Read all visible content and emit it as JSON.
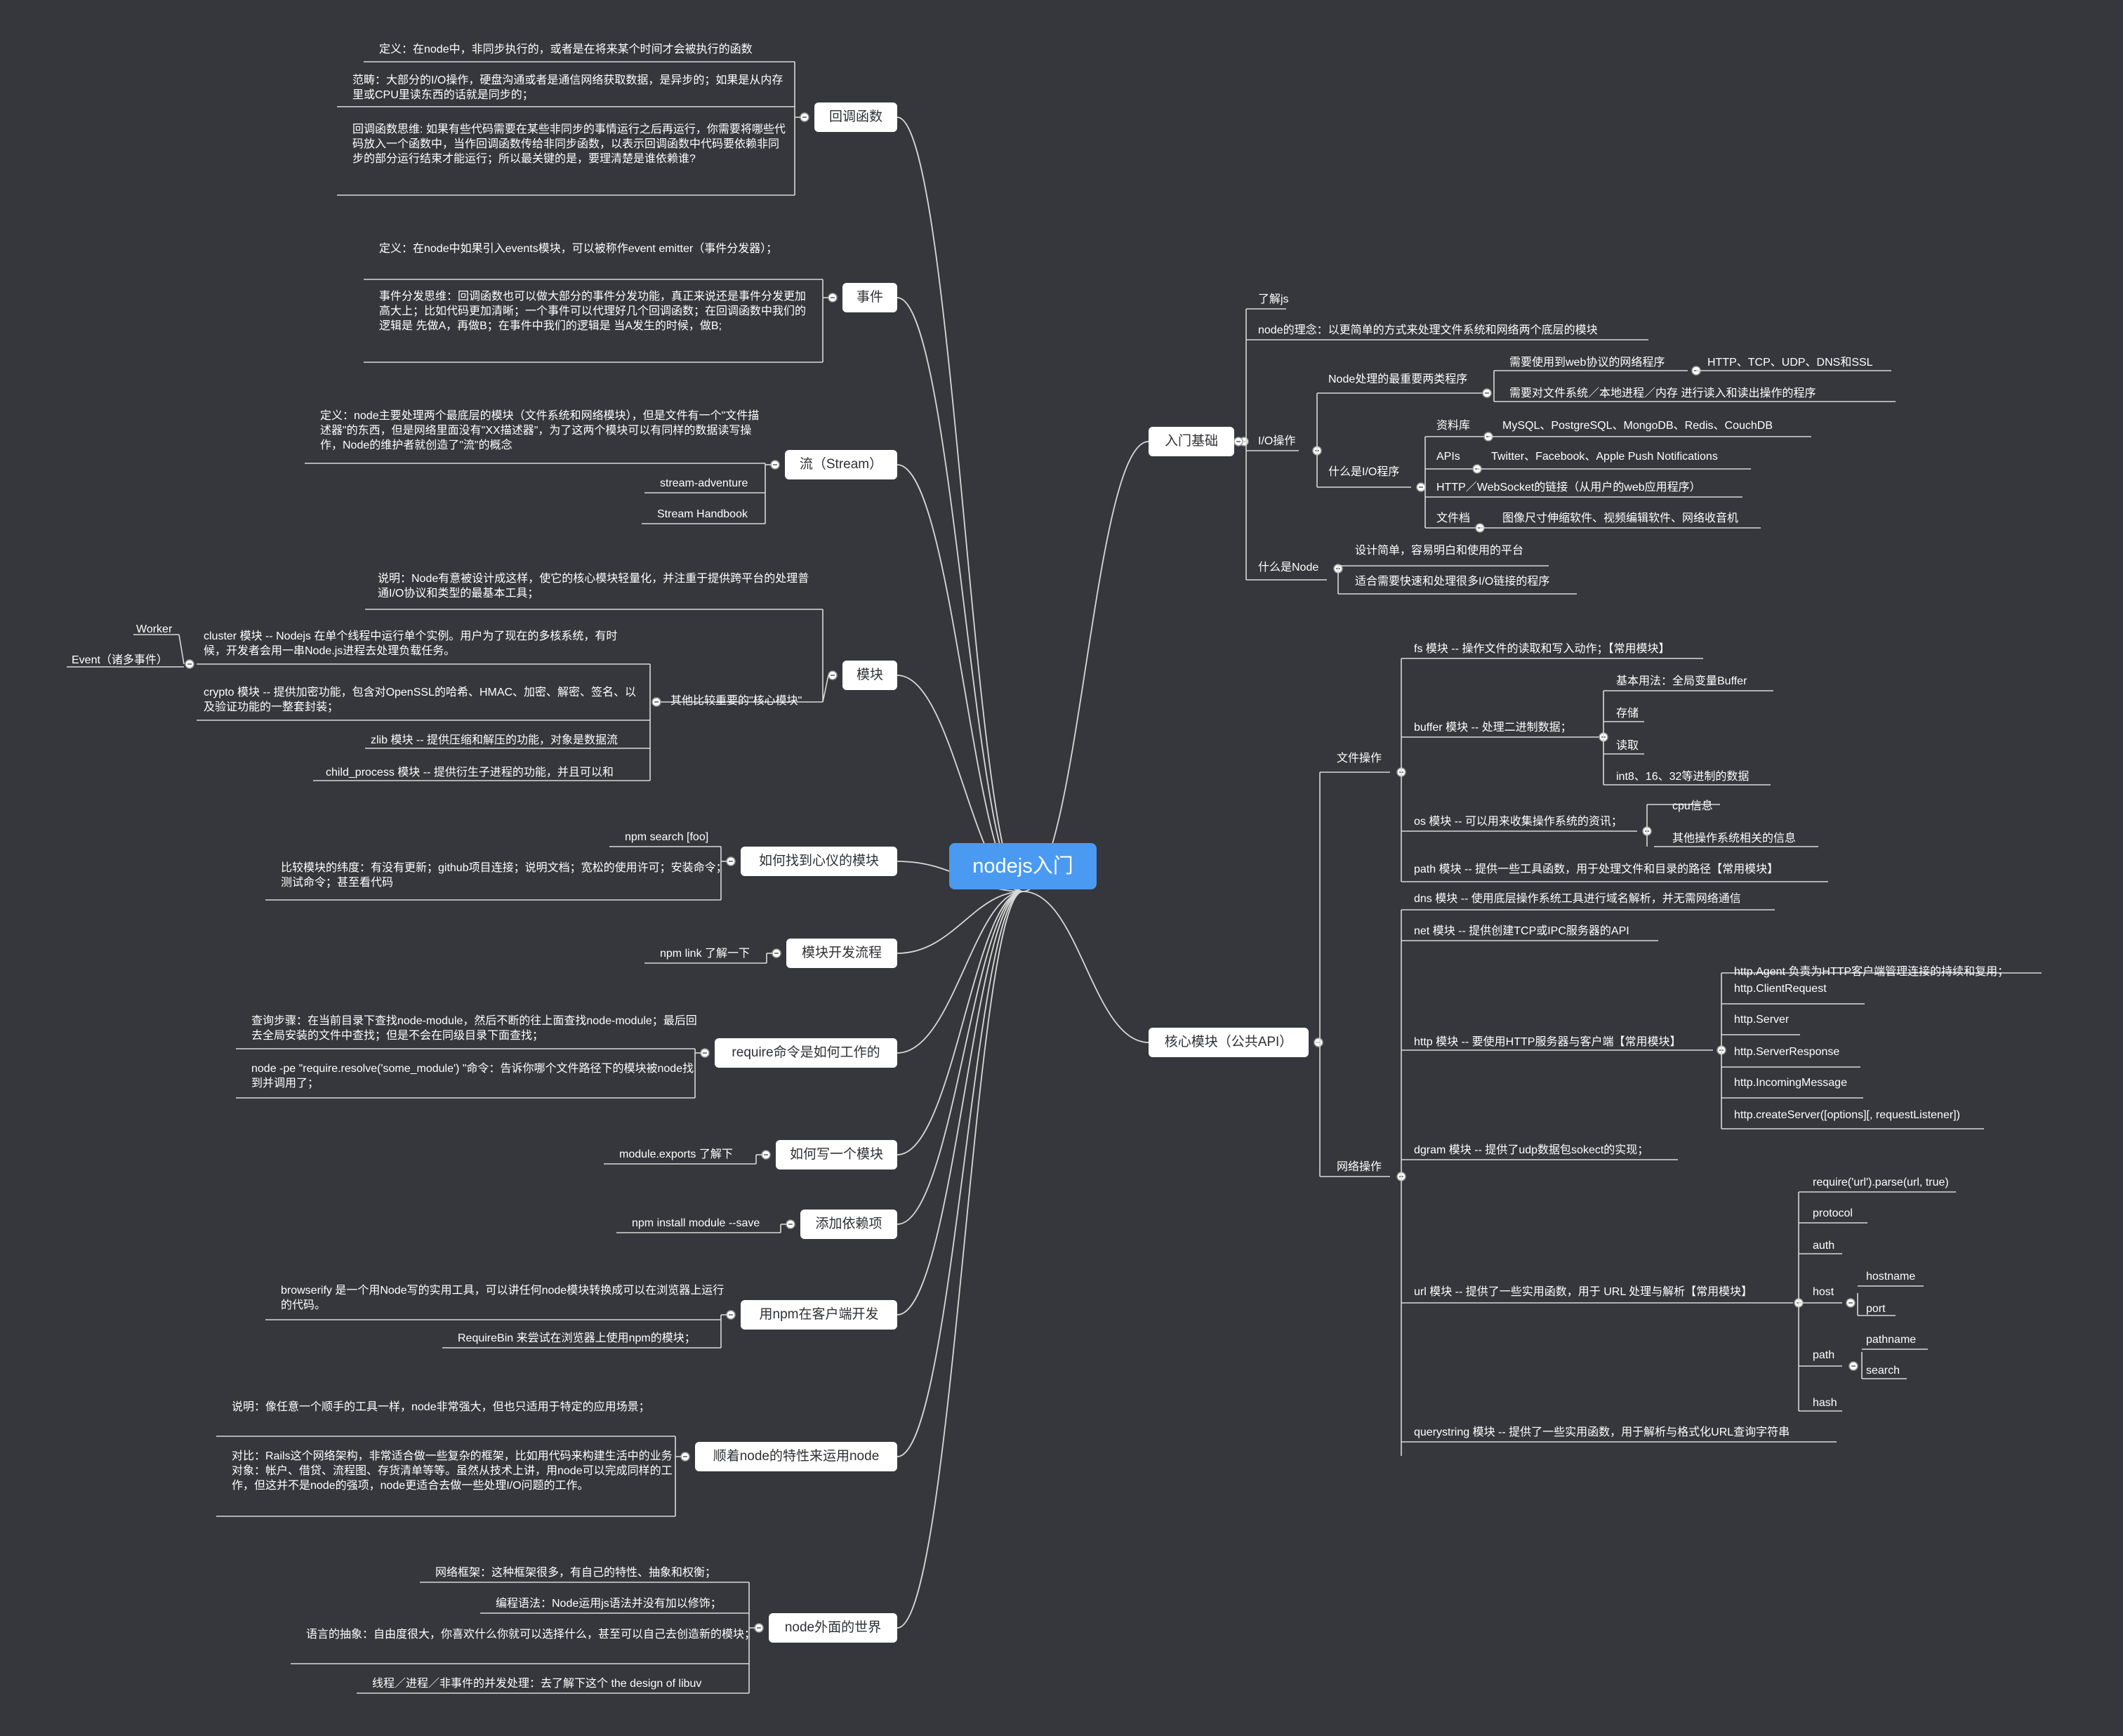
{
  "root": "nodejs入门",
  "left": [
    {
      "label": "回调函数",
      "children": [
        "定义：在node中，非同步执行的，或者是在将来某个时间才会被执行的函数",
        "范畴：大部分的I/O操作，硬盘沟通或者是通信网络获取数据，是异步的；如果是从内存里或CPU里读东西的话就是同步的；",
        "回调函数思维: 如果有些代码需要在某些非同步的事情运行之后再运行，你需要将哪些代码放入一个函数中，当作回调函数传给非同步函数，以表示回调函数中代码要依赖非同步的部分运行结束才能运行；所以最关键的是，要理清楚是谁依赖谁?"
      ]
    },
    {
      "label": "事件",
      "children": [
        "定义：在node中如果引入events模块，可以被称作event emitter（事件分发器）；",
        "事件分发思维：回调函数也可以做大部分的事件分发功能，真正来说还是事件分发更加高大上；比如代码更加清晰；一个事件可以代理好几个回调函数；在回调函数中我们的逻辑是 先做A，再做B；在事件中我们的逻辑是 当A发生的时候，做B;"
      ]
    },
    {
      "label": "流（Stream）",
      "children": [
        "定义：node主要处理两个最底层的模块（文件系统和网络模块），但是文件有一个\"文件描述器\"的东西，但是网络里面没有\"XX描述器\"，为了这两个模块可以有同样的数据读写操作，Node的维护者就创造了\"流\"的概念",
        "stream-adventure",
        "Stream Handbook"
      ]
    },
    {
      "label": "模块",
      "children": [
        "说明：Node有意被设计成这样，使它的核心模块轻量化，并注重于提供跨平台的处理普通I/O协议和类型的最基本工具；",
        "其他比较重要的\"核心模块\"",
        "cluster 模块 -- Nodejs 在单个线程中运行单个实例。用户为了现在的多核系统，有时候，开发者会用一串Node.js进程去处理负载任务。",
        "Worker",
        "Event（诸多事件）",
        "crypto 模块  -- 提供加密功能，包含对OpenSSL的哈希、HMAC、加密、解密、签名、以及验证功能的一整套封装；",
        "zlib 模块 -- 提供压缩和解压的功能，对象是数据流",
        "child_process 模块 -- 提供衍生子进程的功能，并且可以和"
      ]
    },
    {
      "label": "如何找到心仪的模块",
      "children": [
        "npm search [foo]",
        "比较模块的纬度：有没有更新；github项目连接；说明文档；宽松的使用许可；安装命令；测试命令；甚至看代码"
      ]
    },
    {
      "label": "模块开发流程",
      "children": [
        "npm link 了解一下"
      ]
    },
    {
      "label": "require命令是如何工作的",
      "children": [
        "查询步骤：在当前目录下查找node-module，然后不断的往上面查找node-module；最后回去全局安装的文件中查找；但是不会在同级目录下面查找；",
        "node -pe \"require.resolve('some_module') \"命令：告诉你哪个文件路径下的模块被node找到并调用了；"
      ]
    },
    {
      "label": "如何写一个模块",
      "children": [
        "module.exports 了解下"
      ]
    },
    {
      "label": "添加依赖项",
      "children": [
        "npm install module --save"
      ]
    },
    {
      "label": "用npm在客户端开发",
      "children": [
        "browserify 是一个用Node写的实用工具，可以讲任何node模块转换成可以在浏览器上运行的代码。",
        "RequireBin 来尝试在浏览器上使用npm的模块；"
      ]
    },
    {
      "label": "顺着node的特性来运用node",
      "children": [
        "说明：像任意一个顺手的工具一样，node非常强大，但也只适用于特定的应用场景；",
        "对比：Rails这个网络架构，非常适合做一些复杂的框架，比如用代码来构建生活中的业务对象：帐户、借贷、流程图、存货清单等等。虽然从技术上讲，用node可以完成同样的工作，但这并不是node的强项，node更适合去做一些处理I/O问题的工作。"
      ]
    },
    {
      "label": "node外面的世界",
      "children": [
        "网络框架：这种框架很多，有自己的特性、抽象和权衡；",
        "编程语法：Node运用js语法并没有加以修饰；",
        "语言的抽象：自由度很大，你喜欢什么你就可以选择什么，甚至可以自己去创造新的模块；",
        "线程／进程／非事件的并发处理：去了解下这个 the design of libuv"
      ]
    }
  ],
  "right": [
    {
      "label": "入门基础",
      "children": [
        "了解js",
        "node的理念：以更简单的方式来处理文件系统和网络两个底层的模块",
        "I/O操作",
        "Node处理的最重要两类程序",
        "需要使用到web协议的网络程序",
        "HTTP、TCP、UDP、DNS和SSL",
        "需要对文件系统／本地进程／内存 进行读入和读出操作的程序",
        "什么是I/O程序",
        "资料库",
        "MySQL、PostgreSQL、MongoDB、Redis、CouchDB",
        "APIs",
        "Twitter、Facebook、Apple Push Notifications",
        "HTTP／WebSocket的链接（从用户的web应用程序）",
        "文件档",
        "图像尺寸伸缩软件、视频编辑软件、网络收音机",
        "什么是Node",
        "设计简单，容易明白和使用的平台",
        "适合需要快速和处理很多I/O链接的程序"
      ]
    },
    {
      "label": "核心模块（公共API）",
      "children": [
        "文件操作",
        "fs 模块 -- 操作文件的读取和写入动作；【常用模块】",
        "buffer 模块 -- 处理二进制数据；",
        "基本用法：全局变量Buffer",
        "存储",
        "读取",
        "int8、16、32等进制的数据",
        "os 模块 -- 可以用来收集操作系统的资讯；",
        "cpu信息",
        "其他操作系统相关的信息",
        "path 模块 -- 提供一些工具函数，用于处理文件和目录的路径【常用模块】",
        "网络操作",
        "dns 模块 -- 使用底层操作系统工具进行域名解析，并无需网络通信",
        "net 模块 -- 提供创建TCP或IPC服务器的API",
        "http 模块 -- 要使用HTTP服务器与客户端【常用模块】",
        "http.Agent 负责为HTTP客户端管理连接的持续和复用；",
        "http.ClientRequest",
        "http.Server",
        "http.ServerResponse",
        "http.IncomingMessage",
        "http.createServer([options][, requestListener])",
        "dgram 模块 -- 提供了udp数据包sokect的实现；",
        "url 模块 -- 提供了一些实用函数，用于 URL 处理与解析【常用模块】",
        "require('url').parse(url, true)",
        "protocol",
        "auth",
        "host",
        "hostname",
        "port",
        "path",
        "pathname",
        "search",
        "hash",
        "querystring 模块 -- 提供了一些实用函数，用于解析与格式化URL查询字符串"
      ]
    }
  ]
}
